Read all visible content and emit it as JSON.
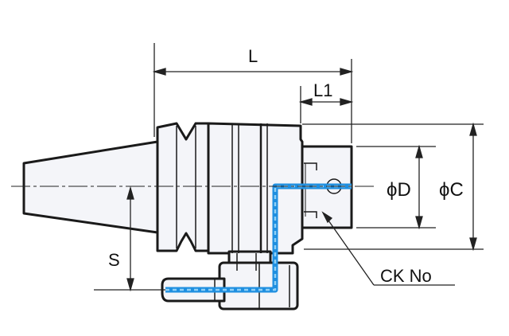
{
  "labels": {
    "L": "L",
    "L1": "L1",
    "phiD": "ϕD",
    "phiC": "ϕC",
    "S": "S",
    "ck": "CK No"
  },
  "colors": {
    "outline": "#1a1a1a",
    "body_fill": "#f4f5f9",
    "body_shade": "#e3e5ec",
    "coolant": "#1f8fe0",
    "coolant_light": "#8fd0f7",
    "dim_line": "#222222"
  }
}
